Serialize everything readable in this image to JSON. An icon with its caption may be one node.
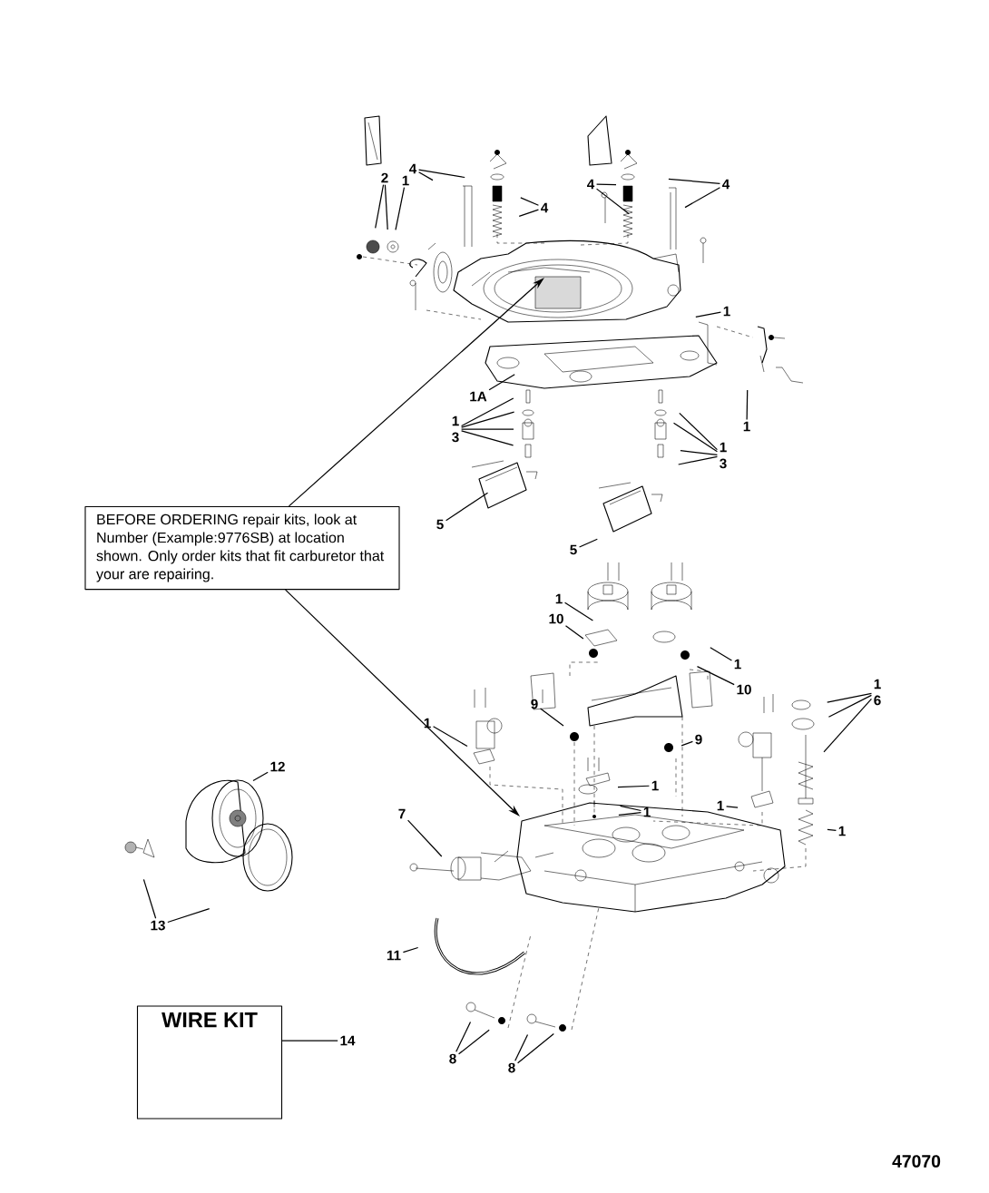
{
  "diagram": {
    "nodes": [
      {
        "text": [
          "4"
        ]
      },
      {
        "text": [
          "2"
        ]
      },
      {
        "text": [
          "1"
        ]
      },
      {
        "text": [
          "4"
        ]
      },
      {
        "text": [
          "4"
        ]
      },
      {
        "text": [
          "4"
        ]
      },
      {
        "text": [
          "1"
        ]
      },
      {
        "text": [
          "1A"
        ]
      },
      {
        "text": [
          "1"
        ]
      },
      {
        "text": [
          "1",
          "3"
        ]
      },
      {
        "text": [
          "1",
          "3"
        ]
      },
      {
        "text": [
          "5"
        ]
      },
      {
        "text": [
          "5"
        ]
      },
      {
        "text": [
          "BEFORE ORDERING repair kits, look at Number (Example:9776SB) at location shown. Only order kits that fit carburetor that your are repairing."
        ]
      },
      {
        "text": [
          "1"
        ]
      },
      {
        "text": [
          "10"
        ]
      },
      {
        "text": [
          "1"
        ]
      },
      {
        "text": [
          "10"
        ]
      },
      {
        "text": [
          "1",
          "6"
        ]
      },
      {
        "text": [
          "9"
        ]
      },
      {
        "text": [
          "9"
        ]
      },
      {
        "text": [
          "1"
        ]
      },
      {
        "text": [
          "1"
        ]
      },
      {
        "text": [
          "1"
        ]
      },
      {
        "text": [
          "1"
        ]
      },
      {
        "text": [
          "1"
        ]
      },
      {
        "text": [
          "7"
        ]
      },
      {
        "text": [
          "12"
        ]
      },
      {
        "text": [
          "13"
        ]
      },
      {
        "text": [
          "11"
        ]
      },
      {
        "text": [
          "8"
        ]
      },
      {
        "text": [
          "8"
        ]
      },
      {
        "text": [
          "WIRE KIT"
        ]
      },
      {
        "text": [
          "14"
        ]
      }
    ],
    "edges": [
      {
        "from": 0,
        "to": null,
        "arrow": "none"
      },
      {
        "from": 0,
        "to": null,
        "arrow": "none"
      },
      {
        "from": 1,
        "to": null,
        "arrow": "none"
      },
      {
        "from": 1,
        "to": null,
        "arrow": "none"
      },
      {
        "from": 2,
        "to": null,
        "arrow": "none"
      },
      {
        "from": 3,
        "to": null,
        "arrow": "none"
      },
      {
        "from": 3,
        "to": null,
        "arrow": "none"
      },
      {
        "from": 4,
        "to": null,
        "arrow": "none"
      },
      {
        "from": 4,
        "to": null,
        "arrow": "none"
      },
      {
        "from": 5,
        "to": null,
        "arrow": "none"
      },
      {
        "from": 5,
        "to": null,
        "arrow": "none"
      },
      {
        "from": 6,
        "to": null,
        "arrow": "none"
      },
      {
        "from": 7,
        "to": null,
        "arrow": "none"
      },
      {
        "from": 8,
        "to": null,
        "arrow": "none"
      },
      {
        "from": 9,
        "to": null,
        "arrow": "none"
      },
      {
        "from": 9,
        "to": null,
        "arrow": "none"
      },
      {
        "from": 9,
        "to": null,
        "arrow": "none"
      },
      {
        "from": 9,
        "to": null,
        "arrow": "none"
      },
      {
        "from": 10,
        "to": null,
        "arrow": "none"
      },
      {
        "from": 10,
        "to": null,
        "arrow": "none"
      },
      {
        "from": 10,
        "to": null,
        "arrow": "none"
      },
      {
        "from": 10,
        "to": null,
        "arrow": "none"
      },
      {
        "from": 11,
        "to": null,
        "arrow": "none"
      },
      {
        "from": 12,
        "to": null,
        "arrow": "none"
      },
      {
        "from": 13,
        "to": null,
        "arrow": "to"
      },
      {
        "from": 13,
        "to": null,
        "arrow": "to"
      },
      {
        "from": 14,
        "to": null,
        "arrow": "none"
      },
      {
        "from": 15,
        "to": null,
        "arrow": "none"
      },
      {
        "from": 16,
        "to": null,
        "arrow": "none"
      },
      {
        "from": 17,
        "to": null,
        "arrow": "none"
      },
      {
        "from": 18,
        "to": null,
        "arrow": "none"
      },
      {
        "from": 18,
        "to": null,
        "arrow": "none"
      },
      {
        "from": 18,
        "to": null,
        "arrow": "none"
      },
      {
        "from": 19,
        "to": null,
        "arrow": "none"
      },
      {
        "from": 20,
        "to": null,
        "arrow": "none"
      },
      {
        "from": 21,
        "to": null,
        "arrow": "none"
      },
      {
        "from": 22,
        "to": null,
        "arrow": "none"
      },
      {
        "from": 23,
        "to": null,
        "arrow": "none"
      },
      {
        "from": 23,
        "to": null,
        "arrow": "none"
      },
      {
        "from": 24,
        "to": null,
        "arrow": "none"
      },
      {
        "from": 25,
        "to": null,
        "arrow": "none"
      },
      {
        "from": 26,
        "to": null,
        "arrow": "none"
      },
      {
        "from": 27,
        "to": null,
        "arrow": "none"
      },
      {
        "from": 28,
        "to": null,
        "arrow": "none"
      },
      {
        "from": 28,
        "to": null,
        "arrow": "none"
      },
      {
        "from": 29,
        "to": null,
        "arrow": "none"
      },
      {
        "from": 30,
        "to": null,
        "arrow": "none"
      },
      {
        "from": 30,
        "to": null,
        "arrow": "none"
      },
      {
        "from": 31,
        "to": null,
        "arrow": "none"
      },
      {
        "from": 31,
        "to": null,
        "arrow": "none"
      },
      {
        "from": 32,
        "to": 33,
        "arrow": "none"
      }
    ],
    "labels": [
      "47070"
    ]
  }
}
